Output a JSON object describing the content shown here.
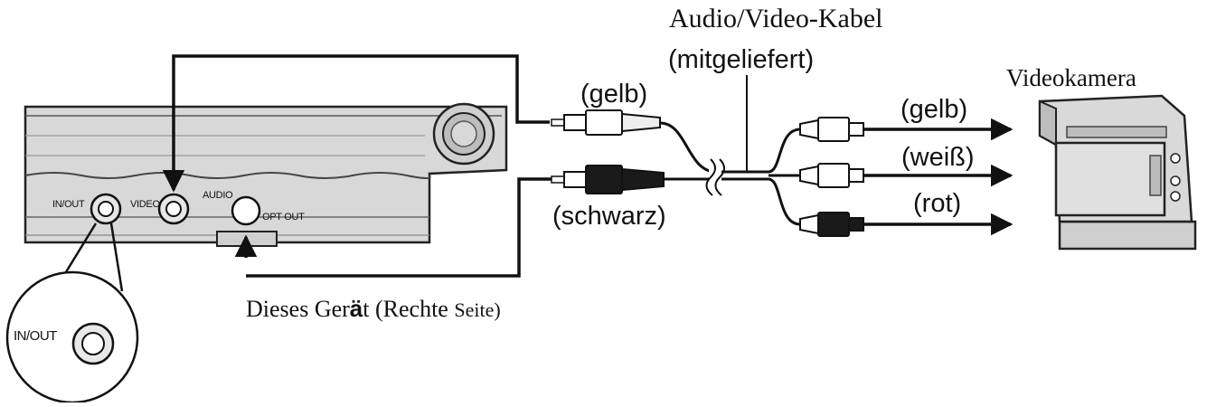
{
  "cable": {
    "name": "Audio/Video-Kabel",
    "note": "(mitgeliefert)"
  },
  "camera": {
    "label": "Videokamera"
  },
  "device": {
    "caption_part1": "Dieses Ger",
    "caption_bold": "ä",
    "caption_part2": "t (Rechte ",
    "caption_part3": "Seite)",
    "ports": {
      "in_out": "IN/OUT",
      "video": "VIDEO",
      "audio": "AUDIO",
      "opt_out": "OPT OUT"
    },
    "zoom_label": "IN/OUT"
  },
  "plug_colors": {
    "yellow_left": "(gelb)",
    "black_left": "(schwarz)",
    "yellow_right": "(gelb)",
    "white_right": "(weiß)",
    "red_right": "(rot)"
  }
}
